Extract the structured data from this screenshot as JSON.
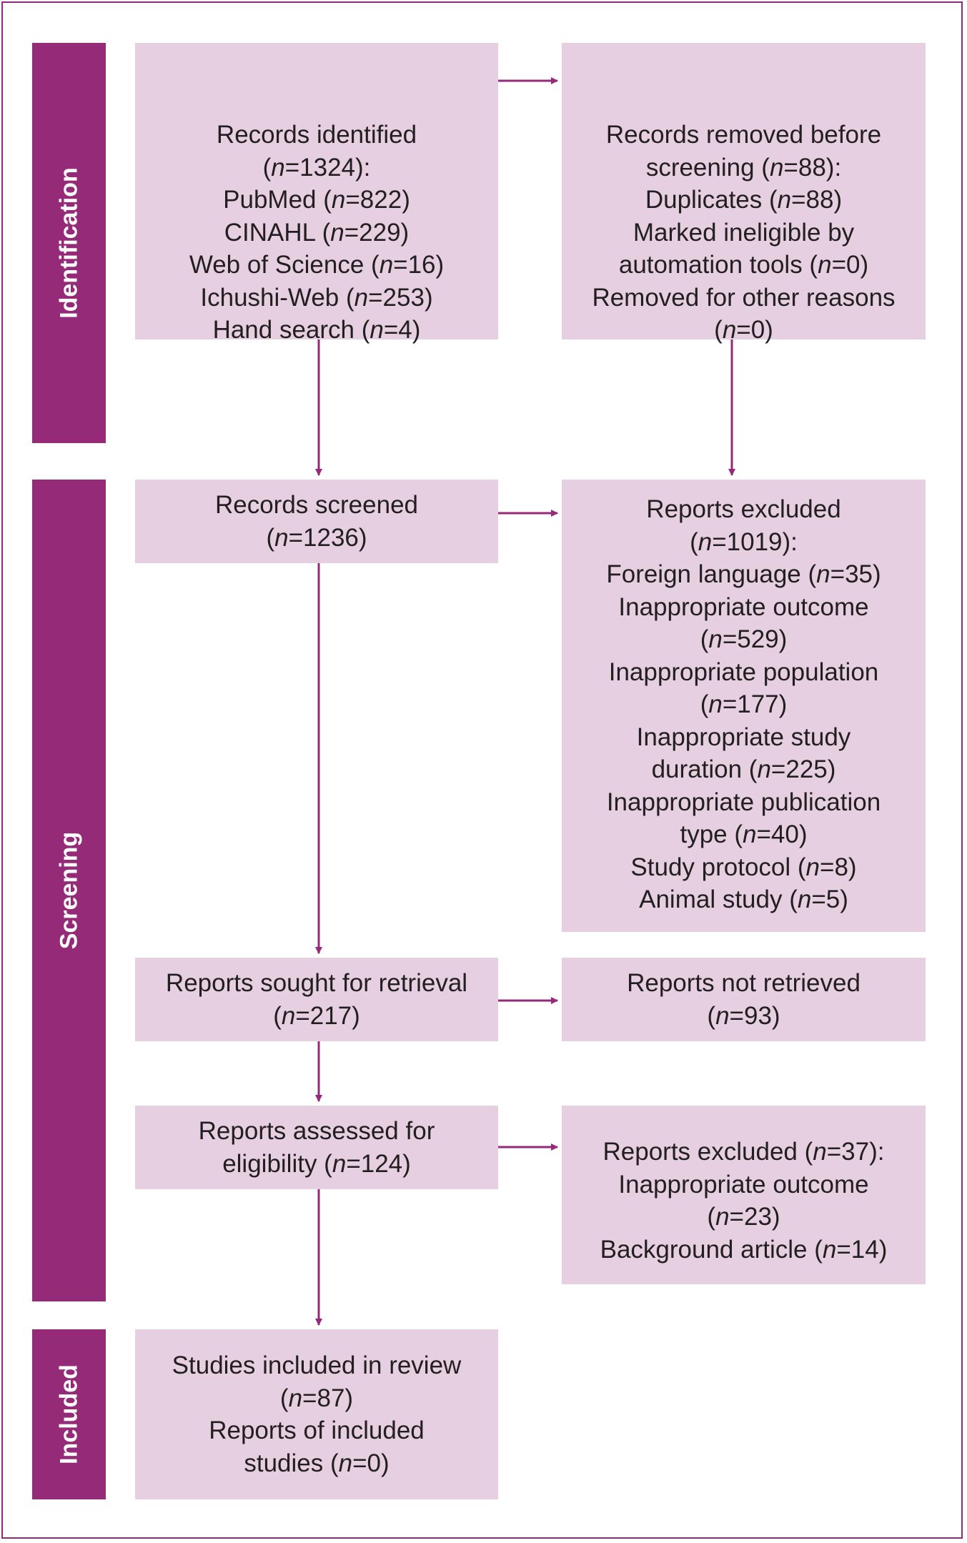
{
  "stages": {
    "identification": "Identification",
    "screening": "Screening",
    "included": "Included"
  },
  "boxes": {
    "records_identified": [
      [
        {
          "t": "Records identified"
        }
      ],
      [
        {
          "t": "("
        },
        {
          "t": "n",
          "i": true
        },
        {
          "t": "=1324):"
        }
      ],
      [
        {
          "t": "PubMed ("
        },
        {
          "t": "n",
          "i": true
        },
        {
          "t": "=822)"
        }
      ],
      [
        {
          "t": "CINAHL ("
        },
        {
          "t": "n",
          "i": true
        },
        {
          "t": "=229)"
        }
      ],
      [
        {
          "t": "Web of Science ("
        },
        {
          "t": "n",
          "i": true
        },
        {
          "t": "=16)"
        }
      ],
      [
        {
          "t": "Ichushi-Web ("
        },
        {
          "t": "n",
          "i": true
        },
        {
          "t": "=253)"
        }
      ],
      [
        {
          "t": "Hand search ("
        },
        {
          "t": "n",
          "i": true
        },
        {
          "t": "=4)"
        }
      ]
    ],
    "records_removed": [
      [
        {
          "t": "Records removed before"
        }
      ],
      [
        {
          "t": "screening ("
        },
        {
          "t": "n",
          "i": true
        },
        {
          "t": "=88):"
        }
      ],
      [
        {
          "t": "Duplicates ("
        },
        {
          "t": "n",
          "i": true
        },
        {
          "t": "=88)"
        }
      ],
      [
        {
          "t": "Marked ineligible by"
        }
      ],
      [
        {
          "t": "automation tools ("
        },
        {
          "t": "n",
          "i": true
        },
        {
          "t": "=0)"
        }
      ],
      [
        {
          "t": "Removed for other reasons"
        }
      ],
      [
        {
          "t": "("
        },
        {
          "t": "n",
          "i": true
        },
        {
          "t": "=0)"
        }
      ]
    ],
    "records_screened": [
      [
        {
          "t": "Records screened"
        }
      ],
      [
        {
          "t": "("
        },
        {
          "t": "n",
          "i": true
        },
        {
          "t": "=1236)"
        }
      ]
    ],
    "reports_excluded_screening": [
      [
        {
          "t": "Reports excluded"
        }
      ],
      [
        {
          "t": "("
        },
        {
          "t": "n",
          "i": true
        },
        {
          "t": "=1019):"
        }
      ],
      [
        {
          "t": "Foreign language ("
        },
        {
          "t": "n",
          "i": true
        },
        {
          "t": "=35)"
        }
      ],
      [
        {
          "t": "Inappropriate outcome"
        }
      ],
      [
        {
          "t": "("
        },
        {
          "t": "n",
          "i": true
        },
        {
          "t": "=529)"
        }
      ],
      [
        {
          "t": "Inappropriate population"
        }
      ],
      [
        {
          "t": "("
        },
        {
          "t": "n",
          "i": true
        },
        {
          "t": "=177)"
        }
      ],
      [
        {
          "t": "Inappropriate study"
        }
      ],
      [
        {
          "t": "duration ("
        },
        {
          "t": "n",
          "i": true
        },
        {
          "t": "=225)"
        }
      ],
      [
        {
          "t": "Inappropriate publication"
        }
      ],
      [
        {
          "t": "type ("
        },
        {
          "t": "n",
          "i": true
        },
        {
          "t": "=40)"
        }
      ],
      [
        {
          "t": "Study protocol ("
        },
        {
          "t": "n",
          "i": true
        },
        {
          "t": "=8)"
        }
      ],
      [
        {
          "t": "Animal study ("
        },
        {
          "t": "n",
          "i": true
        },
        {
          "t": "=5)"
        }
      ]
    ],
    "reports_sought": [
      [
        {
          "t": "Reports sought for retrieval"
        }
      ],
      [
        {
          "t": "("
        },
        {
          "t": "n",
          "i": true
        },
        {
          "t": "=217)"
        }
      ]
    ],
    "reports_not_retrieved": [
      [
        {
          "t": "Reports not retrieved"
        }
      ],
      [
        {
          "t": "("
        },
        {
          "t": "n",
          "i": true
        },
        {
          "t": "=93)"
        }
      ]
    ],
    "reports_assessed": [
      [
        {
          "t": "Reports assessed for"
        }
      ],
      [
        {
          "t": "eligibility ("
        },
        {
          "t": "n",
          "i": true
        },
        {
          "t": "=124)"
        }
      ]
    ],
    "reports_excluded_eligibility": [
      [
        {
          "t": "Reports excluded ("
        },
        {
          "t": "n",
          "i": true
        },
        {
          "t": "=37):"
        }
      ],
      [
        {
          "t": "Inappropriate outcome"
        }
      ],
      [
        {
          "t": "("
        },
        {
          "t": "n",
          "i": true
        },
        {
          "t": "=23)"
        }
      ],
      [
        {
          "t": "Background article ("
        },
        {
          "t": "n",
          "i": true
        },
        {
          "t": "=14)"
        }
      ]
    ],
    "studies_included": [
      [
        {
          "t": "Studies included in review"
        }
      ],
      [
        {
          "t": "("
        },
        {
          "t": "n",
          "i": true
        },
        {
          "t": "=87)"
        }
      ],
      [
        {
          "t": "Reports of included"
        }
      ],
      [
        {
          "t": "studies ("
        },
        {
          "t": "n",
          "i": true
        },
        {
          "t": "=0)"
        }
      ]
    ]
  },
  "colors": {
    "stage": "#942a78",
    "box": "#e5cfe0",
    "arrow": "#96297a",
    "text": "#231f20"
  }
}
